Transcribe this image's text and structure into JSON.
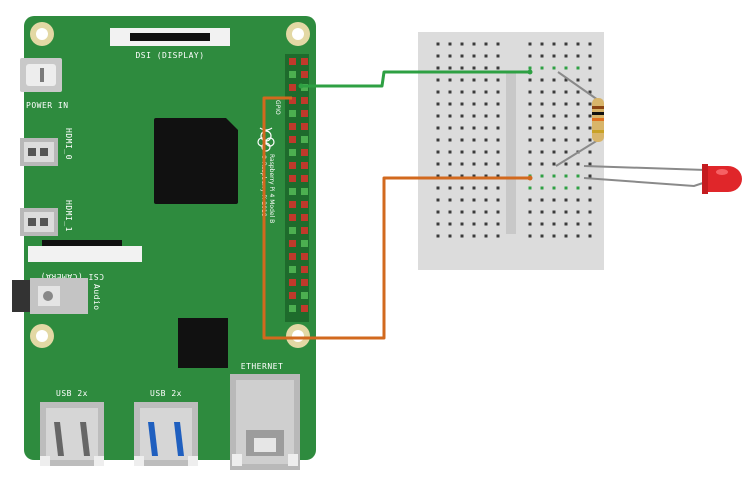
{
  "board": {
    "model_text": "Raspberry Pi 4 Model B",
    "copyright_text": "© Raspberry Pi 2018",
    "labels": {
      "dsi": "DSI (DISPLAY)",
      "power": "POWER IN",
      "hdmi0": "HDMI_0",
      "hdmi1": "HDMI_1",
      "csi": "CSI (CAMERA)",
      "audio": "Audio",
      "ethernet": "ETHERNET",
      "usb_left": "USB 2x",
      "usb_right": "USB 2x",
      "gpio": "GPIO"
    }
  },
  "colors": {
    "board": "#2e8b3e",
    "wire_green": "#2ea043",
    "wire_orange": "#d2691e",
    "wire_gray": "#8a8a8a",
    "led": "#e0262a",
    "breadboard": "#dcdcdc"
  },
  "components": [
    "raspberry-pi-4",
    "breadboard",
    "resistor",
    "red-led"
  ]
}
